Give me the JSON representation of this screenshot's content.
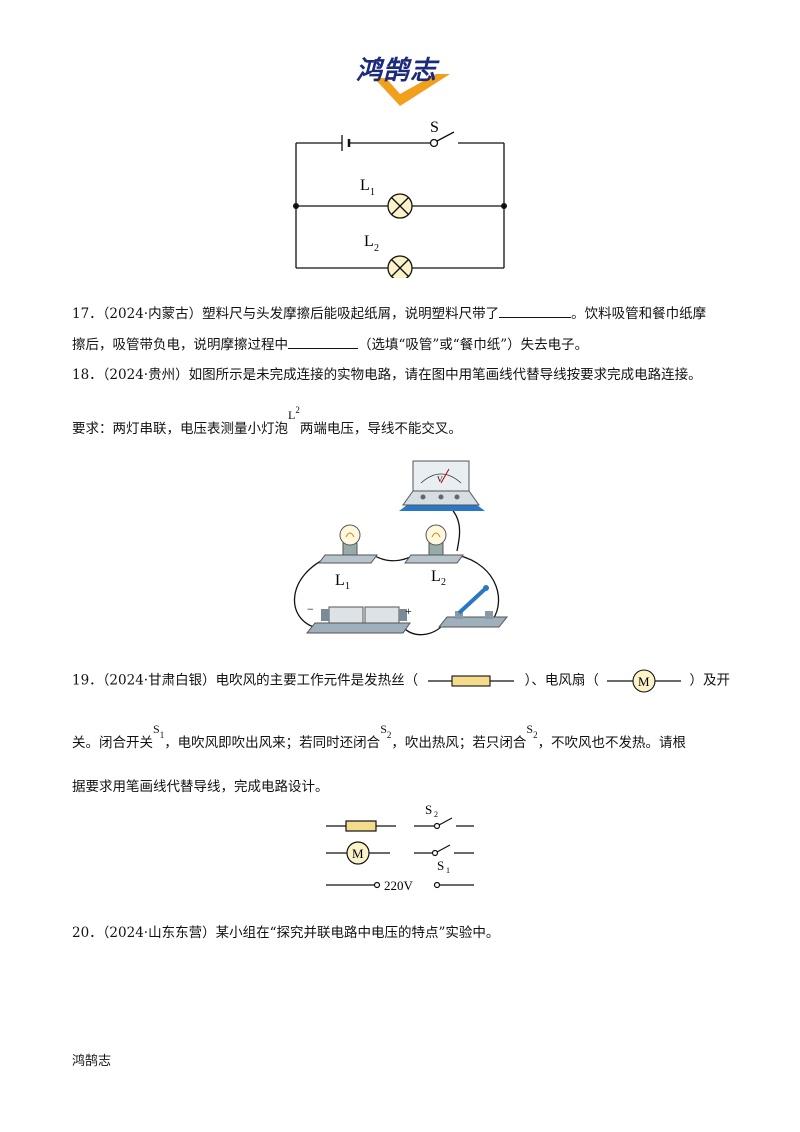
{
  "header": {
    "logo_text": "鸿鹄志",
    "logo_colors": {
      "text": "#1b2a7a",
      "check": "#f2a01c"
    }
  },
  "figure1": {
    "switch_label": "S",
    "lamp1_label": "L",
    "lamp1_sub": "1",
    "lamp2_label": "L",
    "lamp2_sub": "2"
  },
  "q17": {
    "line1_a": "17．（2024·内蒙古）塑料尺与头发摩擦后能吸起纸屑，说明塑料尺带了",
    "line1_b": "。饮料吸管和餐巾纸摩",
    "line2_a": "擦后，吸管带负电，说明摩擦过程中",
    "line2_b": "（选填“吸管”或“餐巾纸”）失去电子。"
  },
  "q18": {
    "line1": "18．（2024·贵州）如图所示是未完成连接的实物电路，请在图中用笔画线代替导线按要求完成电路连接。",
    "line2_a": "要求：两灯串联，电压表测量小灯泡",
    "line2_sym": "L",
    "line2_sub": "2",
    "line2_b": "两端电压，导线不能交叉。"
  },
  "figure2": {
    "meter_label": "V",
    "lamp1_label": "L",
    "lamp1_sub": "1",
    "lamp2_label": "L",
    "lamp2_sub": "2",
    "minus": "−",
    "plus": "+"
  },
  "q19": {
    "line1_a": "19．（2024·甘肃白银）电吹风的主要工作元件是发热丝（",
    "line1_b": "）、电风扇（",
    "line1_c": "）及开",
    "motor_symbol": "M",
    "line2_a": "关。闭合开关",
    "s1": "S",
    "s1_sub": "1",
    "line2_b": "，电吹风即吹出风来；若同时还闭合",
    "s2": "S",
    "s2_sub": "2",
    "line2_c": "，吹出热风；若只闭合",
    "s2b": "S",
    "s2b_sub": "2",
    "line2_d": "，不吹风也不发热。请根",
    "line3": "据要求用笔画线代替导线，完成电路设计。"
  },
  "figure3": {
    "s2_label": "S",
    "s2_sub": "2",
    "s1_label": "S",
    "s1_sub": "1",
    "motor": "M",
    "voltage": "220V"
  },
  "q20": {
    "line1": "20．（2024·山东东营）某小组在“探究并联电路中电压的特点”实验中。"
  },
  "footer": {
    "text": "鸿鹄志"
  }
}
